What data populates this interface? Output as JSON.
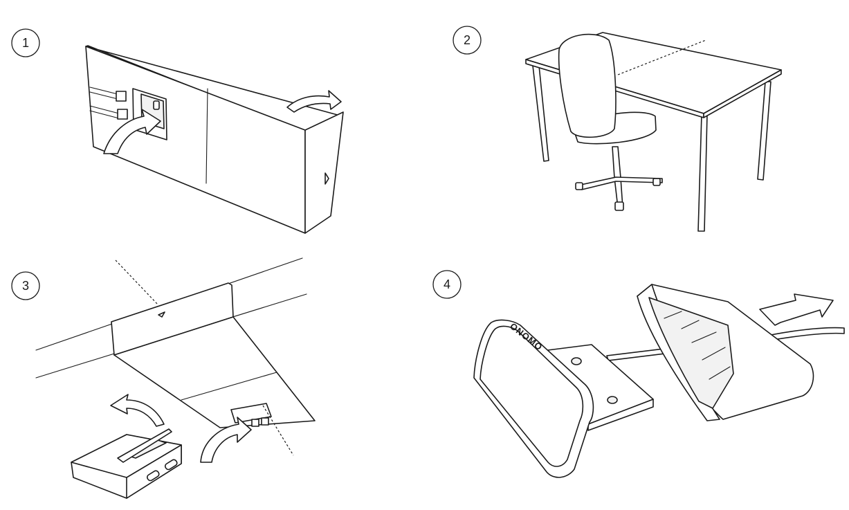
{
  "steps": [
    {
      "number": "1"
    },
    {
      "number": "2"
    },
    {
      "number": "3"
    },
    {
      "number": "4"
    }
  ],
  "device": {
    "brand_label": "ONOMO"
  },
  "colors": {
    "line": "#1a1a1a",
    "background": "#ffffff"
  }
}
